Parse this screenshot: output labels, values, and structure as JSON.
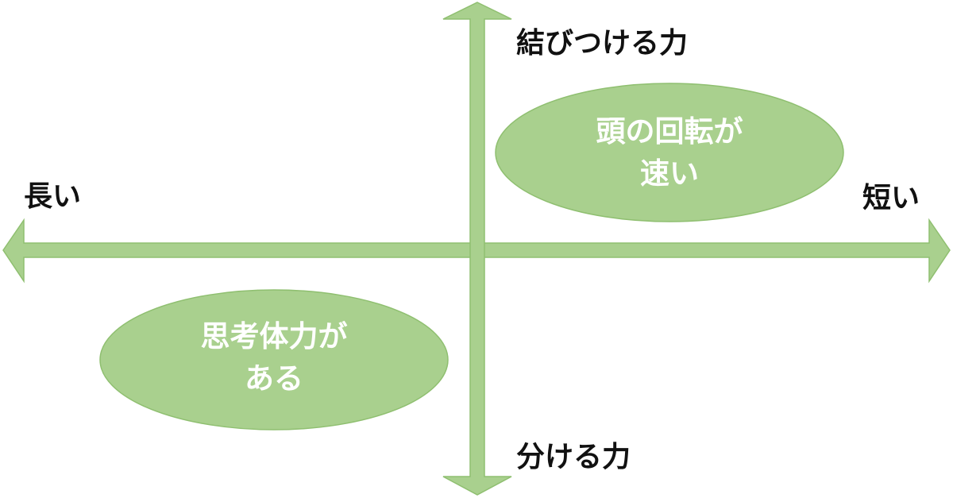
{
  "colors": {
    "accent": "#a9d08e",
    "accent_border": "#8fbf70",
    "label_text": "#111111",
    "ellipse_text": "#ffffff"
  },
  "axes": {
    "top_label": "結びつける力",
    "bottom_label": "分ける力",
    "left_label": "長い",
    "right_label": "短い"
  },
  "ellipses": {
    "upper_right": {
      "line1": "頭の回転が",
      "line2": "速い"
    },
    "lower_left": {
      "line1": "思考体力が",
      "line2": "ある"
    }
  }
}
